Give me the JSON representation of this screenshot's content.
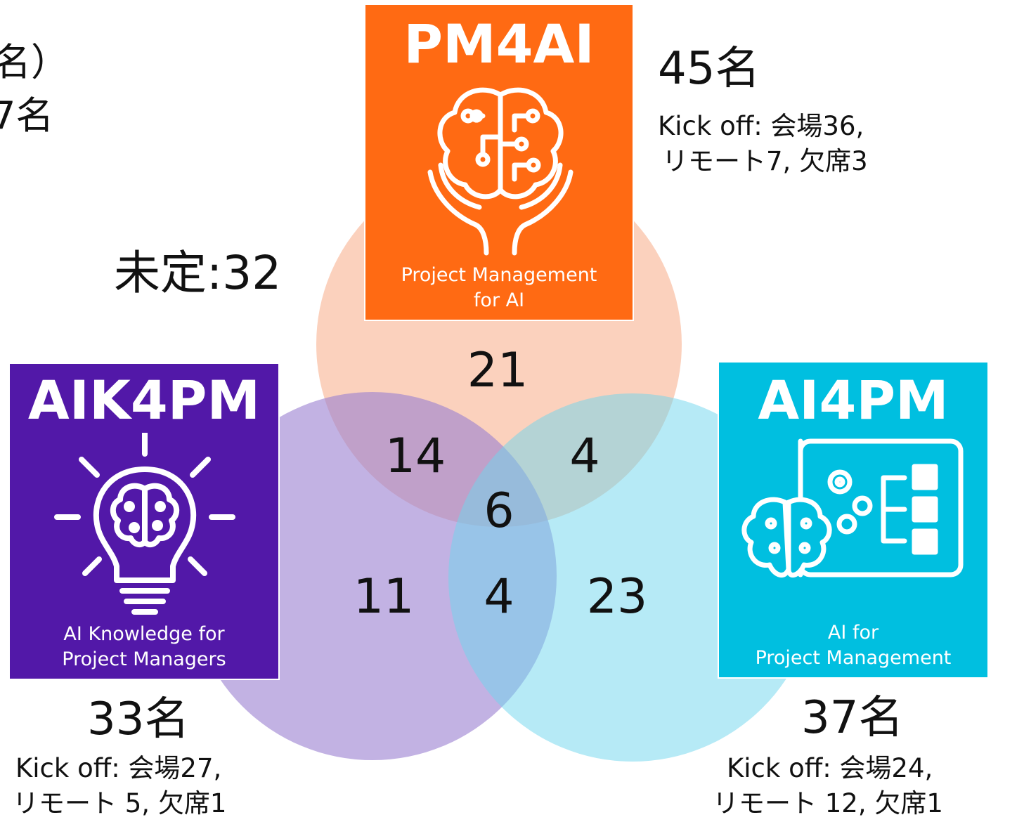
{
  "partial_text": {
    "line1": "名）",
    "line2": "7名"
  },
  "undecided": {
    "label": "未定:32"
  },
  "cards": {
    "pm4ai": {
      "title": "PM4AI",
      "subtitle_line1": "Project Management",
      "subtitle_line2": "for AI",
      "color": "#ff6a13",
      "icon": "brain-in-hands-icon"
    },
    "aik4pm": {
      "title": "AIK4PM",
      "subtitle_line1": "AI Knowledge for",
      "subtitle_line2": "Project Managers",
      "color": "#5218a8",
      "icon": "brain-lightbulb-icon"
    },
    "ai4pm": {
      "title": "AI4PM",
      "subtitle_line1": "AI for",
      "subtitle_line2": "Project Management",
      "color": "#00bfe0",
      "icon": "brain-dashboard-gears-icon"
    }
  },
  "groups": {
    "pm4ai": {
      "count": "45名",
      "info_line1": "Kick off: 会場36,",
      "info_line2": "リモート7, 欠席3"
    },
    "aik4pm": {
      "count": "33名",
      "info_line1": "Kick off: 会場27,",
      "info_line2": "リモート 5, 欠席1"
    },
    "ai4pm": {
      "count": "37名",
      "info_line1": "Kick off: 会場24,",
      "info_line2": "リモート 12, 欠席1"
    }
  },
  "venn": {
    "circle_colors": {
      "pm4ai": "#f8a37c",
      "aik4pm": "#9a7fd0",
      "ai4pm": "#6ed6ee"
    },
    "regions": {
      "pm4ai_only": "21",
      "pm4ai_aik4pm": "14",
      "pm4ai_ai4pm": "4",
      "all_three": "6",
      "aik4pm_only": "11",
      "aik4pm_ai4pm": "4",
      "ai4pm_only": "23"
    }
  }
}
